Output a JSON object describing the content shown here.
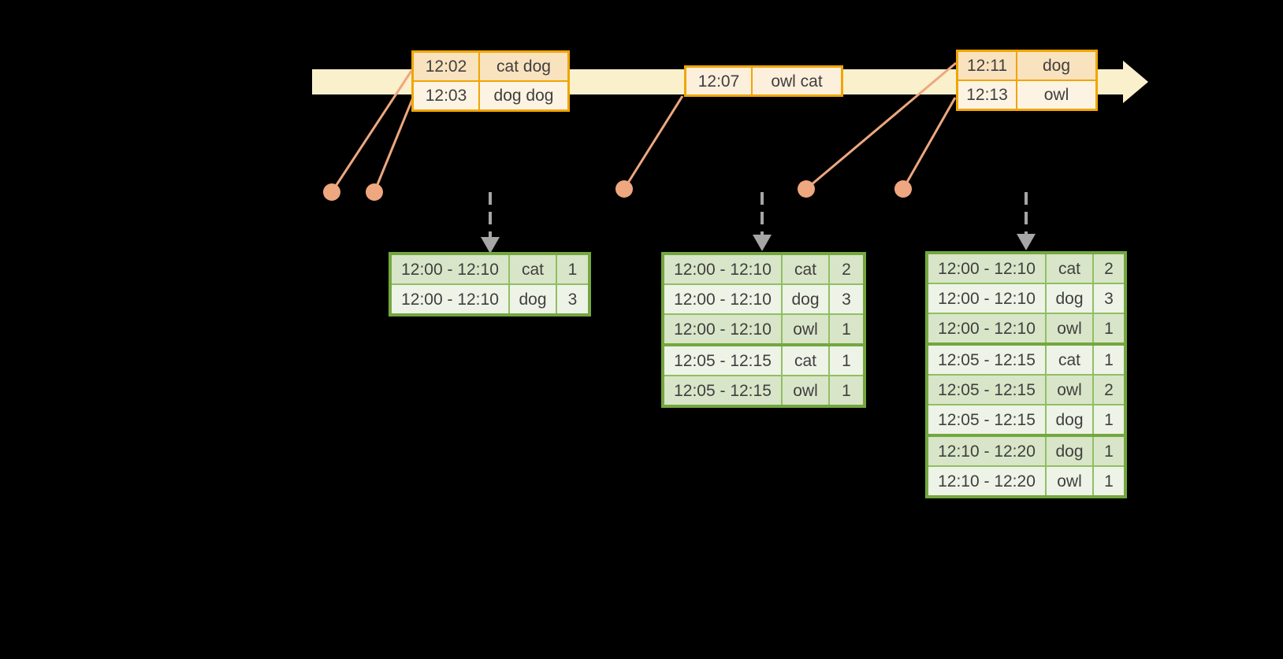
{
  "palette": {
    "bg": "#000000",
    "band": "#FAF0CC",
    "orange_border": "#F0A502",
    "row_dark": "#F9E2BE",
    "row_light": "#FDF3E3",
    "row_mid": "#FCEFDC",
    "salmon": "#EEA77E",
    "gray_arrow": "#A6A6A6",
    "green_border": "#73A73F",
    "green_inner": "#90BF63",
    "green_row_dark": "#D9E5C8",
    "green_row_light": "#EEF3E7",
    "text": "#3F3F3F"
  },
  "icons": {
    "timeline_arrowhead": "right-pointing solid triangle at end of timeline band",
    "event_dot": "filled salmon circle marking event arrival time",
    "trigger_arrow": "gray dashed downward arrow pointing at a result table"
  },
  "timeline": {
    "events": [
      {
        "rows": [
          {
            "time": "12:02",
            "words": "cat dog",
            "cls": "tone-dark"
          },
          {
            "time": "12:03",
            "words": "dog dog",
            "cls": "tone-light"
          }
        ]
      },
      {
        "rows": [
          {
            "time": "12:07",
            "words": "owl cat",
            "cls": "tone-mid"
          }
        ]
      },
      {
        "rows": [
          {
            "time": "12:11",
            "words": "dog",
            "cls": "tone-dark"
          },
          {
            "time": "12:13",
            "words": "owl",
            "cls": "tone-light"
          }
        ]
      }
    ]
  },
  "results": [
    {
      "rows": [
        {
          "window": "12:00 - 12:10",
          "word": "cat",
          "count": "1"
        },
        {
          "window": "12:00 - 12:10",
          "word": "dog",
          "count": "3"
        }
      ]
    },
    {
      "rows": [
        {
          "window": "12:00 - 12:10",
          "word": "cat",
          "count": "2"
        },
        {
          "window": "12:00 - 12:10",
          "word": "dog",
          "count": "3"
        },
        {
          "window": "12:00 - 12:10",
          "word": "owl",
          "count": "1"
        },
        {
          "window": "12:05 - 12:15",
          "word": "cat",
          "count": "1",
          "cls": "group-start"
        },
        {
          "window": "12:05 - 12:15",
          "word": "owl",
          "count": "1"
        }
      ]
    },
    {
      "rows": [
        {
          "window": "12:00 - 12:10",
          "word": "cat",
          "count": "2"
        },
        {
          "window": "12:00 - 12:10",
          "word": "dog",
          "count": "3"
        },
        {
          "window": "12:00 - 12:10",
          "word": "owl",
          "count": "1"
        },
        {
          "window": "12:05 - 12:15",
          "word": "cat",
          "count": "1",
          "cls": "group-start"
        },
        {
          "window": "12:05 - 12:15",
          "word": "owl",
          "count": "2"
        },
        {
          "window": "12:05 - 12:15",
          "word": "dog",
          "count": "1"
        },
        {
          "window": "12:10 - 12:20",
          "word": "dog",
          "count": "1",
          "cls": "group-start"
        },
        {
          "window": "12:10 - 12:20",
          "word": "owl",
          "count": "1"
        }
      ]
    }
  ]
}
